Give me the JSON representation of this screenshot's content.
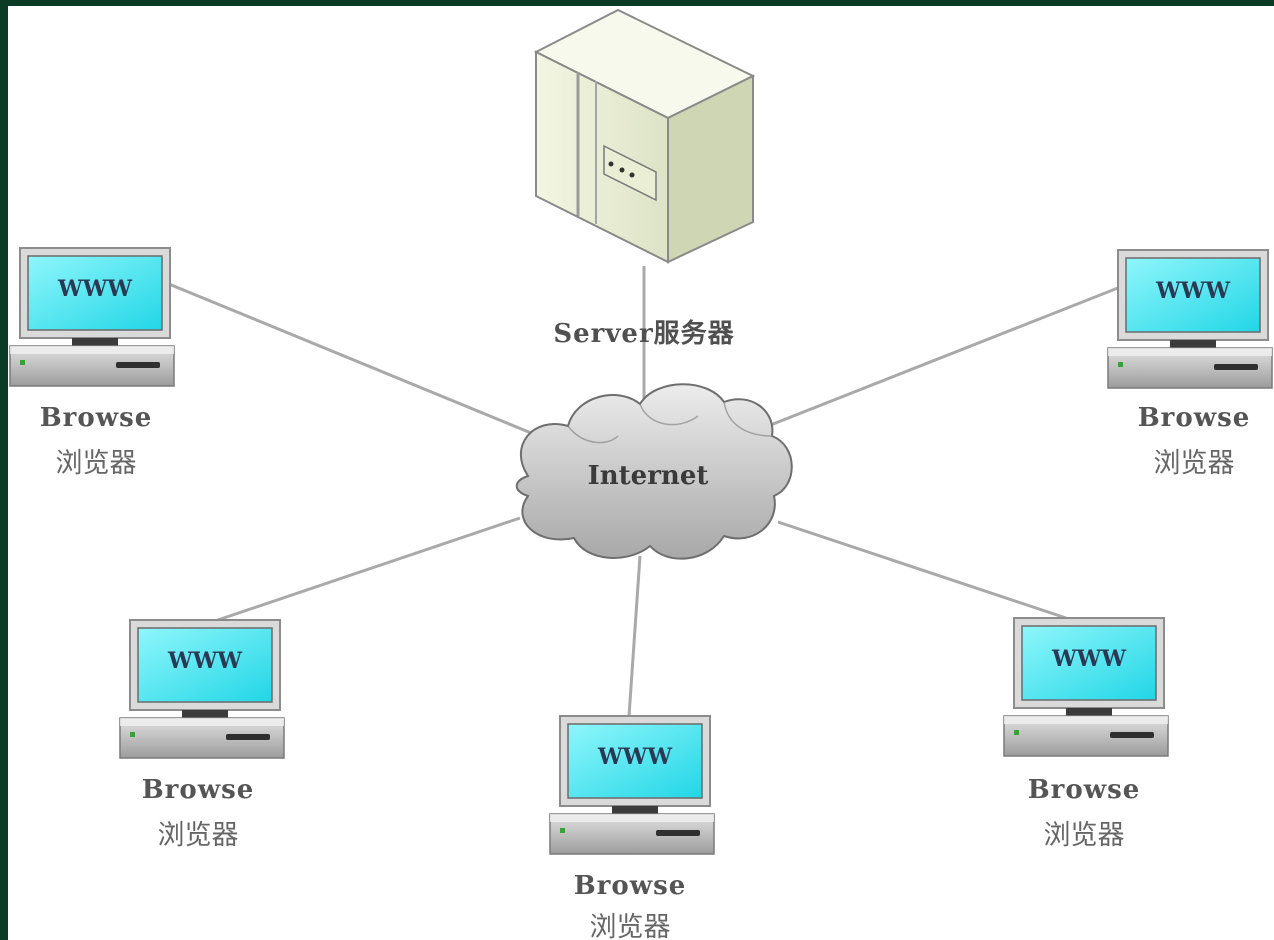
{
  "server": {
    "label": "Server服务器"
  },
  "network": {
    "label": "Internet"
  },
  "clients": [
    {
      "screen_text": "WWW",
      "label_en": "Browse",
      "label_zh": "浏览器"
    },
    {
      "screen_text": "WWW",
      "label_en": "Browse",
      "label_zh": "浏览器"
    },
    {
      "screen_text": "WWW",
      "label_en": "Browse",
      "label_zh": "浏览器"
    },
    {
      "screen_text": "WWW",
      "label_en": "Browse",
      "label_zh": "浏览器"
    },
    {
      "screen_text": "WWW",
      "label_en": "Browse",
      "label_zh": "浏览器"
    }
  ],
  "colors": {
    "monitor_screen": "#33e0ee",
    "monitor_frame": "#d8d8d8",
    "cloud": "#cfcfcf",
    "server_body": "#eef3da",
    "link_line": "#a9a9a9"
  }
}
